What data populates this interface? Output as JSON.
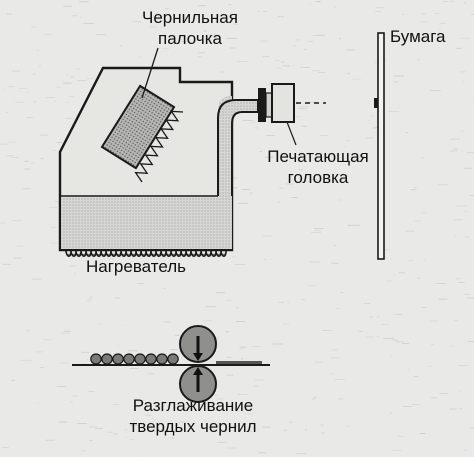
{
  "labels": {
    "ink_stick": [
      "Чернильная",
      "палочка"
    ],
    "paper": "Бумага",
    "print_head": [
      "Печатающая",
      "головка"
    ],
    "heater": "Нагреватель",
    "smoothing": [
      "Разглаживание",
      "твердых чернил"
    ]
  },
  "colors": {
    "background": "#e9e9e7",
    "line": "#1a1a1a",
    "fill_light": "#cfcfcc",
    "fill_dark": "#a9a9a6",
    "roller": "#8c8c89"
  }
}
